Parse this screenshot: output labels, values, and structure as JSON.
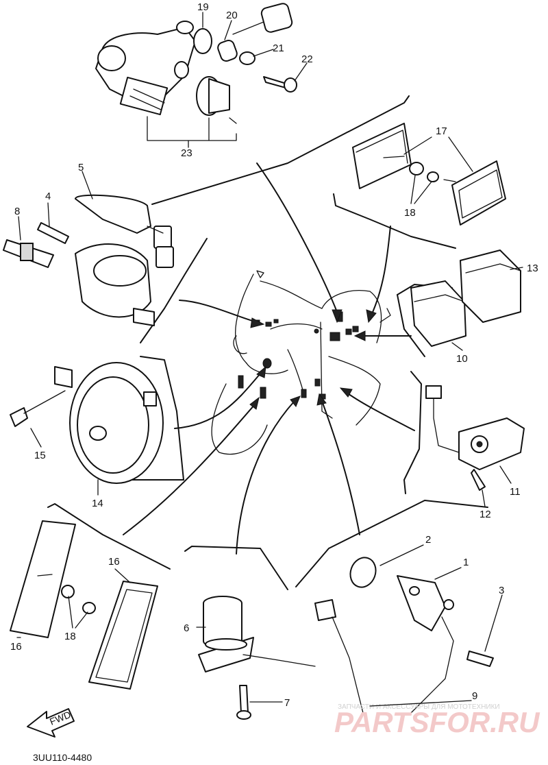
{
  "callouts": [
    {
      "id": "c1",
      "label": "1"
    },
    {
      "id": "c2",
      "label": "2"
    },
    {
      "id": "c3",
      "label": "3"
    },
    {
      "id": "c4",
      "label": "4"
    },
    {
      "id": "c5",
      "label": "5"
    },
    {
      "id": "c6",
      "label": "6"
    },
    {
      "id": "c7",
      "label": "7"
    },
    {
      "id": "c8",
      "label": "8"
    },
    {
      "id": "c9",
      "label": "9"
    },
    {
      "id": "c10",
      "label": "10"
    },
    {
      "id": "c11",
      "label": "11"
    },
    {
      "id": "c12",
      "label": "12"
    },
    {
      "id": "c13",
      "label": "13"
    },
    {
      "id": "c14",
      "label": "14"
    },
    {
      "id": "c15",
      "label": "15"
    },
    {
      "id": "c16a",
      "label": "16"
    },
    {
      "id": "c16b",
      "label": "16"
    },
    {
      "id": "c17",
      "label": "17"
    },
    {
      "id": "c18a",
      "label": "18"
    },
    {
      "id": "c18b",
      "label": "18"
    },
    {
      "id": "c19",
      "label": "19"
    },
    {
      "id": "c20",
      "label": "20"
    },
    {
      "id": "c21",
      "label": "21"
    },
    {
      "id": "c22",
      "label": "22"
    },
    {
      "id": "c23",
      "label": "23"
    }
  ],
  "fwd_label": "FWD",
  "drawing_code": "3UU110-4480",
  "watermark": {
    "tagline": "ЗАПЧАСТИ И АКСЕССУАРЫ ДЛЯ МОТОТЕХНИКИ",
    "brand": "PARTSFOR.RU"
  }
}
